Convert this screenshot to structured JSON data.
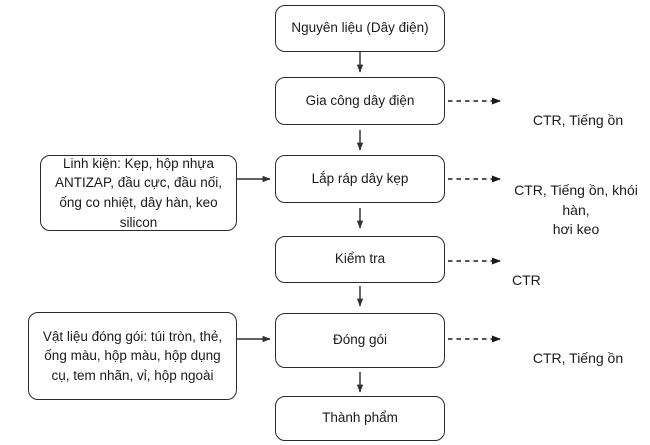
{
  "diagram": {
    "type": "process-flowchart",
    "language": "vi",
    "colors": {
      "stroke": "#2b2b2b",
      "text": "#1a1a1a",
      "background": "#ffffff",
      "connector": "#4d4d4d"
    },
    "process_nodes": [
      {
        "id": "raw-material",
        "label": "Nguyên liệu (Dây điện)"
      },
      {
        "id": "wire-processing",
        "label": "Gia công dây điện"
      },
      {
        "id": "clamp-assembly",
        "label": "Lắp ráp dây kẹp"
      },
      {
        "id": "inspection",
        "label": "Kiểm tra"
      },
      {
        "id": "packaging",
        "label": "Đóng gói"
      },
      {
        "id": "finished-product",
        "label": "Thành phẩm"
      }
    ],
    "input_nodes": [
      {
        "id": "components-input",
        "label": "Linh kiện: Kẹp, hộp nhựa ANTIZAP, đầu cực, đầu nối, ống co nhiệt, dây hàn, keo silicon",
        "target": "clamp-assembly"
      },
      {
        "id": "packaging-material-input",
        "label": "Vật liệu đóng gói: túi tròn, thẻ, ống màu, hộp màu, hộp dụng cụ, tem nhãn, vỉ, hộp ngoài",
        "target": "packaging"
      }
    ],
    "output_labels": [
      {
        "id": "output-wire-processing",
        "label": "CTR, Tiếng ồn",
        "source": "wire-processing"
      },
      {
        "id": "output-clamp-assembly",
        "label": "CTR, Tiếng ồn, khói hàn,\nhơi keo",
        "source": "clamp-assembly"
      },
      {
        "id": "output-inspection",
        "label": "CTR",
        "source": "inspection"
      },
      {
        "id": "output-packaging",
        "label": "CTR, Tiếng ồn",
        "source": "packaging"
      }
    ]
  }
}
